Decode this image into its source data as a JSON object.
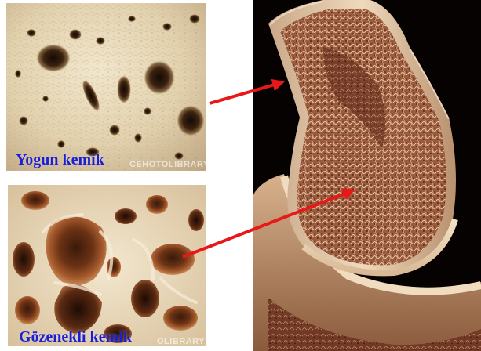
{
  "captions": {
    "compact": "Yogun kemik",
    "spongy": "Gözenekli kemik"
  },
  "watermarks": {
    "compact": "CEHOTOLIBRARY",
    "spongy": "OLIBRARY"
  },
  "colors": {
    "caption": "#1a1fd6",
    "arrow": "#e81818",
    "compact_bone": "#e8d9b8",
    "spongy_bone": "#ead9bd",
    "joint_background": "#050201",
    "marrow": "#8a4a32"
  },
  "icons": {
    "arrow_compact": "arrow-right-up",
    "arrow_spongy": "arrow-right-up"
  }
}
